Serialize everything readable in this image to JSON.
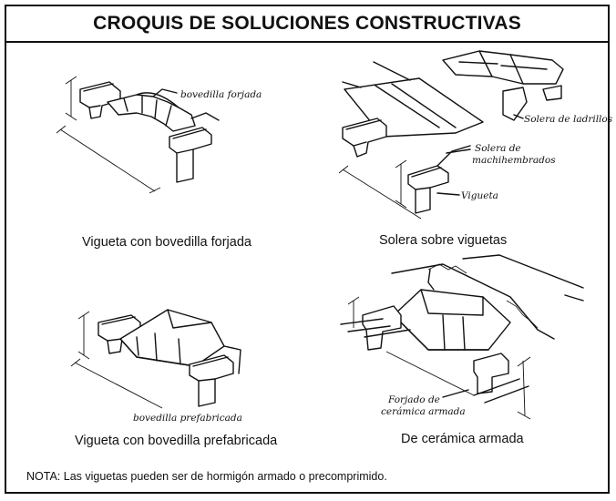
{
  "title": "CROQUIS DE SOLUCIONES CONSTRUCTIVAS",
  "sketches": [
    {
      "caption": "Vigueta con bovedilla forjada",
      "labels": [
        "bovedilla forjada"
      ]
    },
    {
      "caption": "Solera sobre viguetas",
      "labels": [
        "Solera de ladrillos",
        "Solera de",
        "machihembrados",
        "Vigueta"
      ]
    },
    {
      "caption": "Vigueta con bovedilla prefabricada",
      "labels": [
        "bovedilla prefabricada"
      ]
    },
    {
      "caption": "De cerámica armada",
      "labels": [
        "Forjado de",
        "cerámica armada"
      ]
    }
  ],
  "note": "NOTA: Las viguetas pueden ser de hormigón armado o precomprimido."
}
